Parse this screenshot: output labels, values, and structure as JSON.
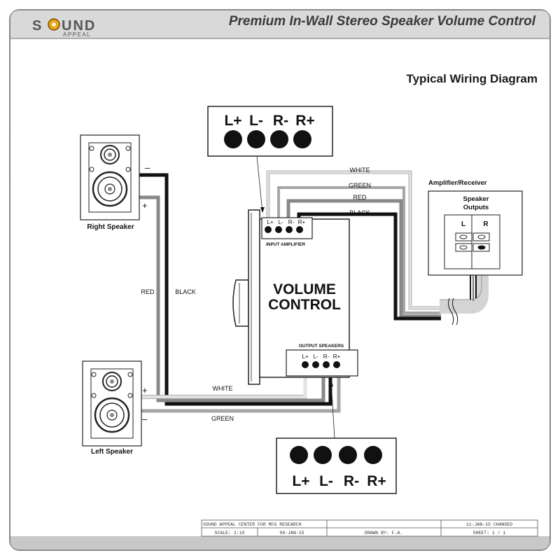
{
  "brand": {
    "name_left": "S",
    "name_right": "UND",
    "sub": "APPEAL"
  },
  "header": {
    "title": "Premium In-Wall Stereo Speaker Volume Control"
  },
  "diagram": {
    "title": "Typical Wiring Diagram",
    "input_callout": {
      "labels": [
        "L+",
        "L-",
        "R-",
        "R+"
      ]
    },
    "output_callout": {
      "labels": [
        "L+",
        "L-",
        "R-",
        "R+"
      ]
    },
    "input_terminal_labels": [
      "L+",
      "L-",
      "R-",
      "R+"
    ],
    "output_terminal_labels": [
      "L+",
      "L-",
      "R-",
      "R+"
    ],
    "input_label": "INPUT AMPLIFIER",
    "output_label": "OUTPUT SPEAKERS",
    "volume_line1": "VOLUME",
    "volume_line2": "CONTROL",
    "right_speaker": "Right Speaker",
    "left_speaker": "Left Speaker",
    "minus": "–",
    "plus": "+",
    "amp_title": "Amplifier/Receiver",
    "amp_outputs_line1": "Speaker",
    "amp_outputs_line2": "Outputs",
    "amp_L": "L",
    "amp_R": "R",
    "wires": {
      "white_top": "WHITE",
      "green_top": "GREEN",
      "red_top": "RED",
      "black_top": "BLACK",
      "red_left": "RED",
      "black_left": "BLACK",
      "white_bottom": "WHITE",
      "green_bottom": "GREEN"
    },
    "colors": {
      "black": "#111111",
      "red": "#888888",
      "white": "#e2e2e2",
      "green": "#a6a6a6"
    }
  },
  "titleblock": {
    "company": "SOUND APPEAL CENTER FOR MFG RESEARCH",
    "scale": "SCALE: 1:10",
    "date": "06-JAN-15",
    "drawn_by": "DRAWN BY: F.A.",
    "changed": "11-JAN-15 CHANGED",
    "sheet": "SHEET: 1 / 1"
  }
}
